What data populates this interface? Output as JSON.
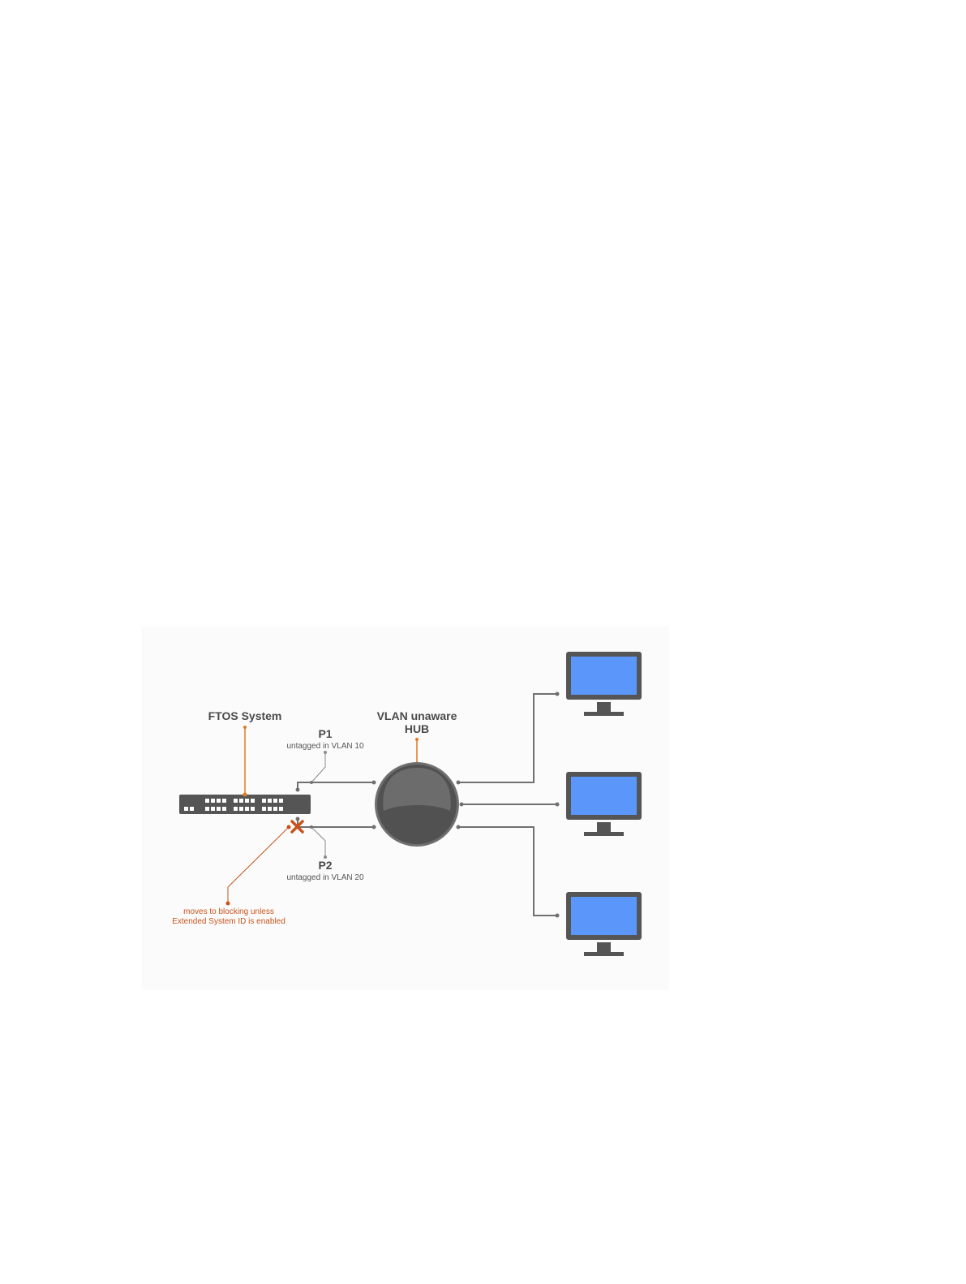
{
  "labels": {
    "ftos_system": "FTOS System",
    "hub_line1": "VLAN unaware",
    "hub_line2": "HUB",
    "p1_name": "P1",
    "p1_desc": "untagged in VLAN 10",
    "p2_name": "P2",
    "p2_desc": "untagged in VLAN 20",
    "note_line1": "moves to blocking unless",
    "note_line2": "Extended System ID is enabled"
  },
  "colors": {
    "accent": "#e07b22",
    "blocking": "#c8531a",
    "line": "#707070",
    "device": "#555555",
    "screen": "#5b96fb"
  },
  "icons": {
    "switch": "network-switch-icon",
    "hub": "hub-icon",
    "computer": "computer-monitor-icon",
    "blocked": "blocked-x-icon"
  },
  "computers": [
    {
      "name": "computer-1"
    },
    {
      "name": "computer-2"
    },
    {
      "name": "computer-3"
    }
  ]
}
